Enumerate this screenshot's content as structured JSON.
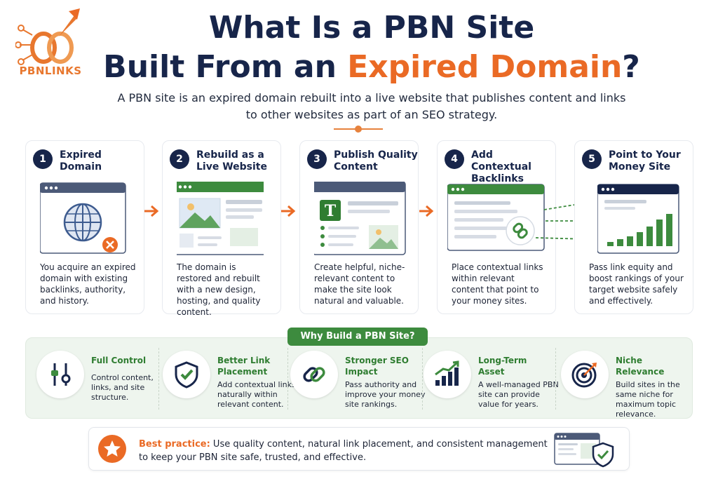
{
  "brand": {
    "logo_text": "PBNLINKS"
  },
  "header": {
    "title_line1": "What Is a PBN Site",
    "title_line2_prefix": "Built From an ",
    "title_line2_accent": "Expired Domain",
    "title_line2_suffix": "?",
    "subtitle": "A PBN site is an expired domain rebuilt into a live website that publishes content and links to other websites as part of an SEO strategy."
  },
  "steps": [
    {
      "number": "1",
      "title": "Expired Domain",
      "description": "You acquire an expired domain with existing backlinks, authority, and history."
    },
    {
      "number": "2",
      "title": "Rebuild as a Live Website",
      "description": "The domain is restored and rebuilt with a new design, hosting, and quality content."
    },
    {
      "number": "3",
      "title": "Publish Quality Content",
      "description": "Create helpful, niche-relevant content to make the site look natural and valuable."
    },
    {
      "number": "4",
      "title": "Add Contextual Backlinks",
      "description": "Place contextual links within relevant content that point to your money sites."
    },
    {
      "number": "5",
      "title": "Point to Your Money Site",
      "description": "Pass link equity and boost rankings of your target website safely and effectively."
    }
  ],
  "why": {
    "heading": "Why Build a PBN Site?",
    "benefits": [
      {
        "title": "Full Control",
        "description": "Control content, links, and site structure."
      },
      {
        "title": "Better Link Placement",
        "description": "Add contextual links naturally within relevant content."
      },
      {
        "title": "Stronger SEO Impact",
        "description": "Pass authority and improve your money site rankings."
      },
      {
        "title": "Long-Term Asset",
        "description": "A well-managed PBN site can provide value for years."
      },
      {
        "title": "Niche Relevance",
        "description": "Build sites in the same niche for maximum topic relevance."
      }
    ]
  },
  "best_practice": {
    "label": "Best practice:",
    "text": " Use quality content, natural link placement, and consistent management to keep your PBN site safe, trusted, and effective."
  },
  "colors": {
    "navy": "#17254a",
    "orange": "#ea6a25",
    "green": "#3d8b3e",
    "light_green_bg": "#eef5ee"
  }
}
